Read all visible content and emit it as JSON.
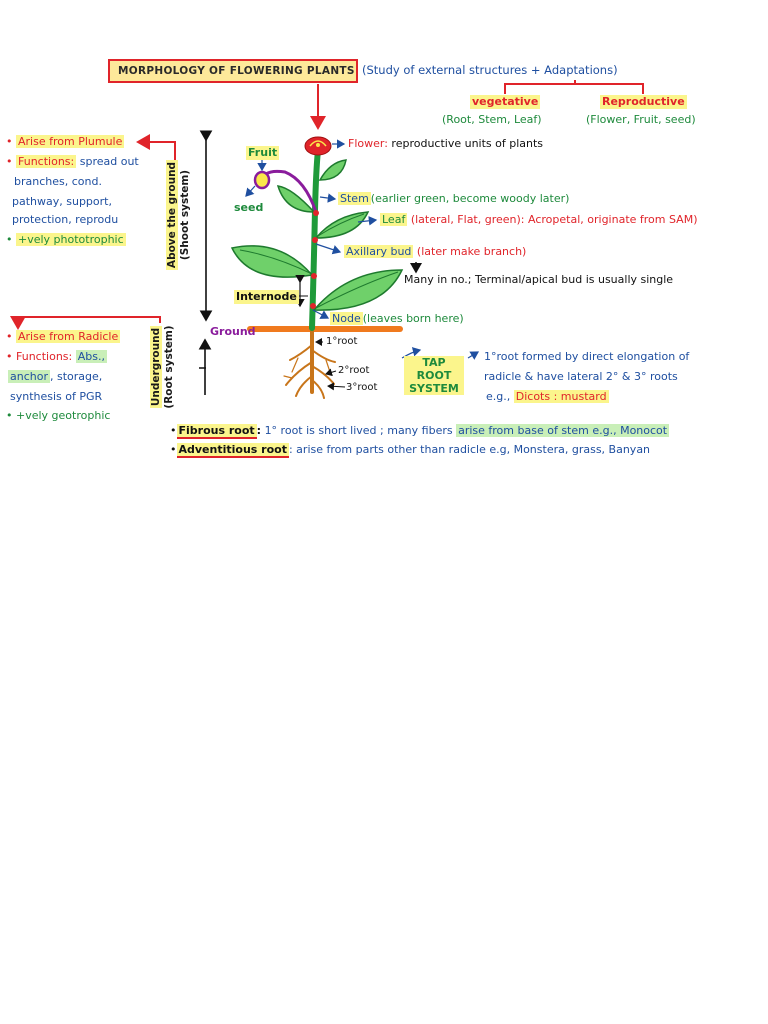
{
  "title": {
    "main": "MORPHOLOGY OF FLOWERING PLANTS",
    "subtitle": "(Study of external structures + Adaptations)"
  },
  "branches": {
    "vegetative": {
      "label": "vegetative",
      "items": "(Root, Stem, Leaf)"
    },
    "reproductive": {
      "label": "Reproductive",
      "items": "(Flower, Fruit, seed)"
    }
  },
  "shoot_notes": {
    "arise": "Arise from Plumule",
    "functions_label": "Functions:",
    "functions_line1": "spread out",
    "functions_line2": "branches, cond.",
    "functions_line3": "pathway, support,",
    "functions_line4": "protection, reprodu",
    "tropism": "+vely phototrophic"
  },
  "root_notes": {
    "arise": "Arise from Radicle",
    "functions_label": "Functions:",
    "abs": "Abs.,",
    "anchor": "anchor",
    "storage": ", storage,",
    "synthesis": "synthesis of PGR",
    "tropism": "+vely geotrophic"
  },
  "vertical_labels": {
    "above_line1": "Above the ground",
    "above_line2": "(Shoot system)",
    "under_line1": "Underground",
    "under_line2": "(Root system)",
    "ground": "Ground"
  },
  "plant_labels": {
    "fruit": "Fruit",
    "seed": "seed",
    "flower_name": "Flower:",
    "flower_desc": "reproductive units of plants",
    "stem_name": "Stem",
    "stem_desc": "(earlier green, become woody later)",
    "leaf_name": "Leaf",
    "leaf_desc": "(lateral, Flat, green):",
    "leaf_extra": "Acropetal, originate from SAM)",
    "axillary_name": "Axillary bud",
    "axillary_desc": "(later make branch)",
    "many": "Many in no.; Terminal/apical bud is usually single",
    "internode": "Internode",
    "node_name": "Node",
    "node_desc": "(leaves born here)",
    "root1": "1°root",
    "root2": "2°root",
    "root3": "3°root"
  },
  "tap_root": {
    "label_line1": "TAP ROOT",
    "label_line2": "SYSTEM",
    "line1": "1°root formed by direct elongation of",
    "line2": "radicle & have lateral 2° & 3° roots",
    "eg": "e.g.,",
    "dicots": "Dicots : mustard"
  },
  "fibrous": {
    "name": "Fibrous root",
    "colon": ":",
    "desc": "1° root is short lived ; many fibers",
    "highlight": "arise from base of stem e.g., Monocot"
  },
  "adventitious": {
    "name": "Adventitious root",
    "desc": ": arise from parts other than radicle e.g, Monstera, grass, Banyan"
  },
  "colors": {
    "red": "#e0242a",
    "blue": "#1f4fa0",
    "green": "#1e8a3c",
    "highlight_yellow": "#fbf58c",
    "highlight_green": "#c9efb8",
    "leaf_green": "#6fd06a",
    "stem_green": "#1f9a3a",
    "ground_orange": "#f07a1e",
    "root_brown": "#c8751a",
    "purple": "#8a1c9c"
  }
}
